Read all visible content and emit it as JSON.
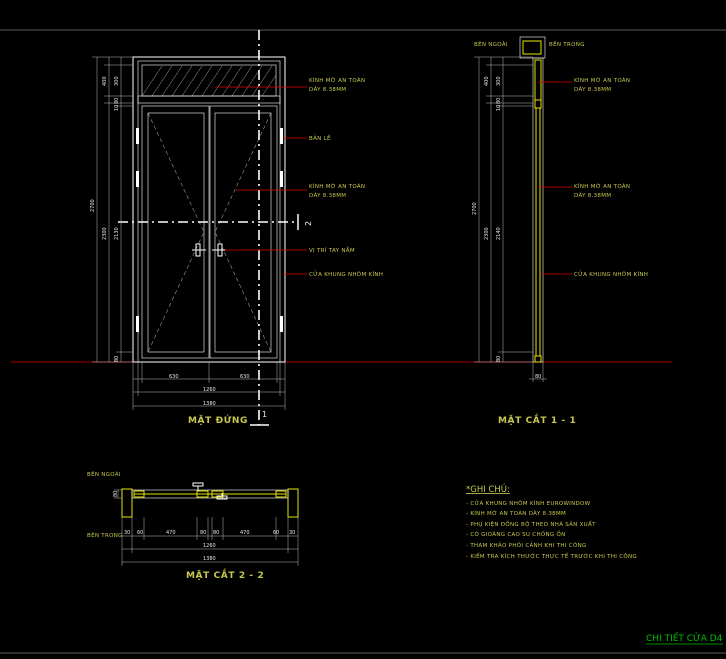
{
  "colors": {
    "background": "#000000",
    "annotation": "#c8c850",
    "leader": "#e00000",
    "frame": "#ffffff",
    "section": "#e6e600",
    "sheet_title": "#00c000"
  },
  "elevation": {
    "title": "MẶT ĐỨNG",
    "section_mark": "1",
    "section_mark_2": "2",
    "labels": {
      "glass_top_1": "KÍNH MỜ AN TOÀN",
      "glass_top_2": "DÀY 8.38MM",
      "hinge": "BẢN LỀ",
      "glass_mid_1": "KÍNH MỜ AN TOÀN",
      "glass_mid_2": "DÀY 8.38MM",
      "handle": "VỊ TRÍ TAY NẮM",
      "frame": "CỬA KHUNG NHÔM KÍNH"
    },
    "dims": {
      "v_total": "2700",
      "v_top": "400",
      "v_glass": "300",
      "v_gap1": "80",
      "v_gap2": "10",
      "v_door": "2300",
      "v_leaf": "2130",
      "v_bottom": "80",
      "h_left": "630",
      "h_right": "630",
      "h_inner": "1260",
      "h_outer": "1380"
    }
  },
  "section_1": {
    "title": "MẶT CẮT 1 - 1",
    "outside": "BÊN NGOÀI",
    "inside": "BÊN TRONG",
    "labels": {
      "glass_top_1": "KÍNH MỜ AN TOÀN",
      "glass_top_2": "DÀY 8.38MM",
      "glass_mid_1": "KÍNH MỜ AN TOÀN",
      "glass_mid_2": "DÀY 8.38MM",
      "frame": "CỬA KHUNG NHÔM KÍNH"
    },
    "dims": {
      "v_total": "2700",
      "v_top": "400",
      "v_glass": "300",
      "v_gap1": "80",
      "v_gap2": "10",
      "v_door": "2300",
      "v_leaf": "2140",
      "v_bottom": "80",
      "h_thick": "80"
    }
  },
  "section_2": {
    "title": "MẶT CẮT 2 - 2",
    "outside": "BÊN NGOÀI",
    "inside": "BÊN TRONG",
    "dims": {
      "v_thick": "80",
      "h1": "60",
      "h2": "470",
      "h3": "80",
      "h4": "80",
      "h5": "470",
      "h6": "60",
      "h_inner": "1260",
      "h_outer": "1380",
      "side_l": "30",
      "side_r": "30"
    }
  },
  "notes": {
    "heading": "*GHI CHÚ:",
    "items": [
      "- CỬA KHUNG NHÔM KÍNH EUROWINDOW",
      "- KÍNH MỜ AN TOÀN DÀY 8.38MM",
      "- PHỤ KIỆN ĐỒNG BỘ THEO NHÀ SẢN XUẤT",
      "- CÓ GIOĂNG CAO SU CHỐNG ỒN",
      "- THAM KHẢO PHỐI CẢNH KHI THI CÔNG",
      "- KIỂM TRA KÍCH THƯỚC THỰC TẾ TRƯỚC KHI THI CÔNG"
    ]
  },
  "sheet_title": "CHI TIẾT CỬA D4"
}
